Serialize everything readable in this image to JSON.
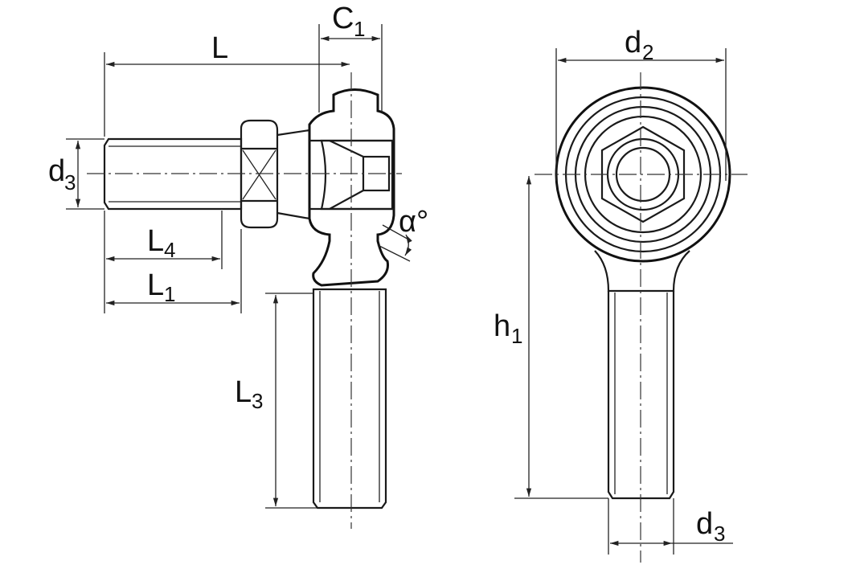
{
  "labels": {
    "L": "L",
    "C1": {
      "main": "C",
      "sub": "1"
    },
    "d3_left": {
      "main": "d",
      "sub": "3"
    },
    "L4": {
      "main": "L",
      "sub": "4"
    },
    "L1": {
      "main": "L",
      "sub": "1"
    },
    "L3": {
      "main": "L",
      "sub": "3"
    },
    "alpha": "α°",
    "d2": {
      "main": "d",
      "sub": "2"
    },
    "h1": {
      "main": "h",
      "sub": "1"
    },
    "d3_right": {
      "main": "d",
      "sub": "3"
    }
  }
}
